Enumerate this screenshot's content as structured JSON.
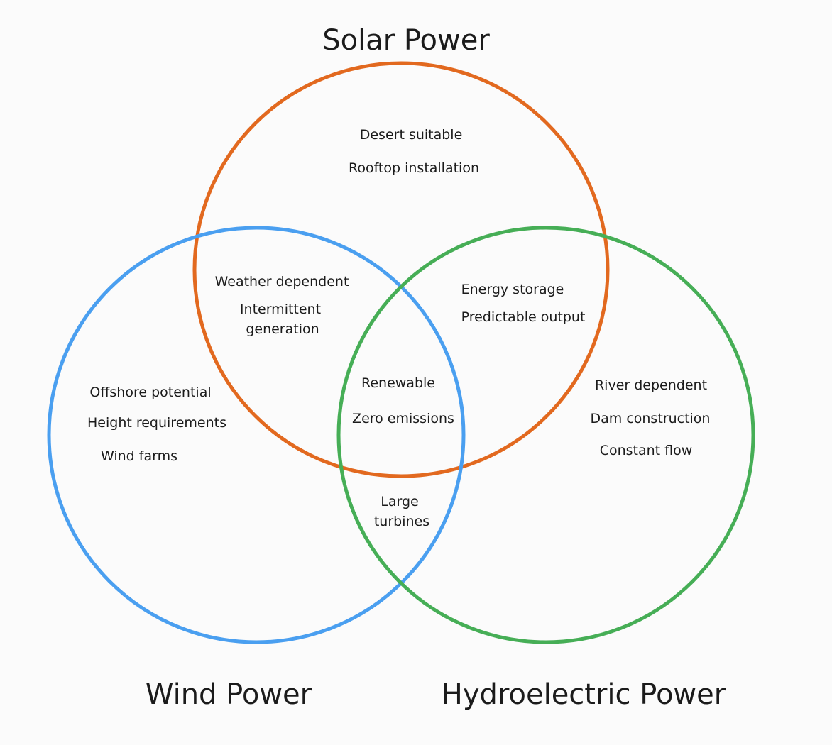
{
  "sets": [
    {
      "id": "solar",
      "label": "Solar Power",
      "color": "#e2691f"
    },
    {
      "id": "wind",
      "label": "Wind Power",
      "color": "#4a9ff0"
    },
    {
      "id": "hydro",
      "label": "Hydroelectric Power",
      "color": "#46ae56"
    }
  ],
  "regions": {
    "solar_only": [
      "Desert suitable",
      "Rooftop installation"
    ],
    "solar_wind": [
      "Weather dependent",
      "Intermittent",
      "generation"
    ],
    "solar_hydro": [
      "Energy storage",
      "Predictable output"
    ],
    "all_three": [
      "Renewable",
      "Zero emissions"
    ],
    "wind_hydro": [
      "Large",
      "turbines"
    ],
    "wind_only": [
      "Offshore potential",
      "Height requirements",
      "Wind farms"
    ],
    "hydro_only": [
      "River dependent",
      "Dam construction",
      "Constant flow"
    ]
  }
}
